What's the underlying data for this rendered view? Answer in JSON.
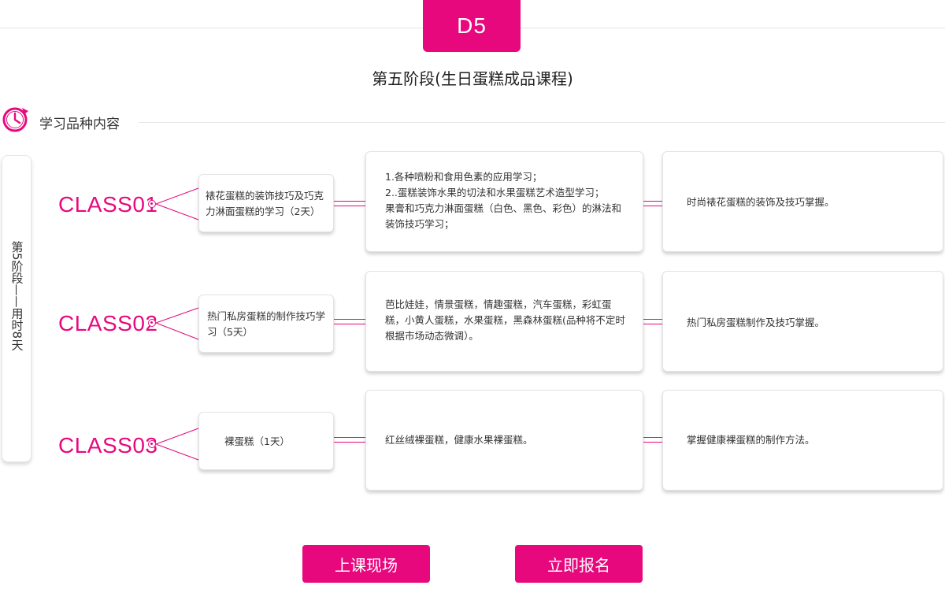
{
  "header": {
    "day_badge": "D5",
    "stage_title": "第五阶段(生日蛋糕成品课程)"
  },
  "section": {
    "icon": "clock-icon",
    "label": "学习品种内容"
  },
  "side_panel": {
    "label": "第5阶段——用时8天"
  },
  "colors": {
    "accent": "#e8087e",
    "card_border": "#e3e3e3",
    "rule": "#e6e6e6"
  },
  "classes": [
    {
      "label": "CLASS01",
      "topic": "裱花蛋糕的装饰技巧及巧克力淋面蛋糕的学习（2天）",
      "content": "1.各种喷粉和食用色素的应用学习；\n2..蛋糕装饰水果的切法和水果蛋糕艺术造型学习；\n果膏和巧克力淋面蛋糕（白色、黑色、彩色）的淋法和装饰技巧学习；",
      "goal": "时尚裱花蛋糕的装饰及技巧掌握。"
    },
    {
      "label": "CLASS02",
      "topic": "热门私房蛋糕的制作技巧学习（5天）",
      "content": "芭比娃娃，情景蛋糕，情趣蛋糕，汽车蛋糕，彩虹蛋糕，小黄人蛋糕，水果蛋糕，黑森林蛋糕(品种将不定时根据市场动态微调）。",
      "goal": "热门私房蛋糕制作及技巧掌握。"
    },
    {
      "label": "CLASS03",
      "topic": "裸蛋糕（1天）",
      "content": "红丝绒裸蛋糕，健康水果裸蛋糕。",
      "goal": "掌握健康裸蛋糕的制作方法。"
    }
  ],
  "buttons": {
    "live": "上课现场",
    "signup": "立即报名"
  }
}
